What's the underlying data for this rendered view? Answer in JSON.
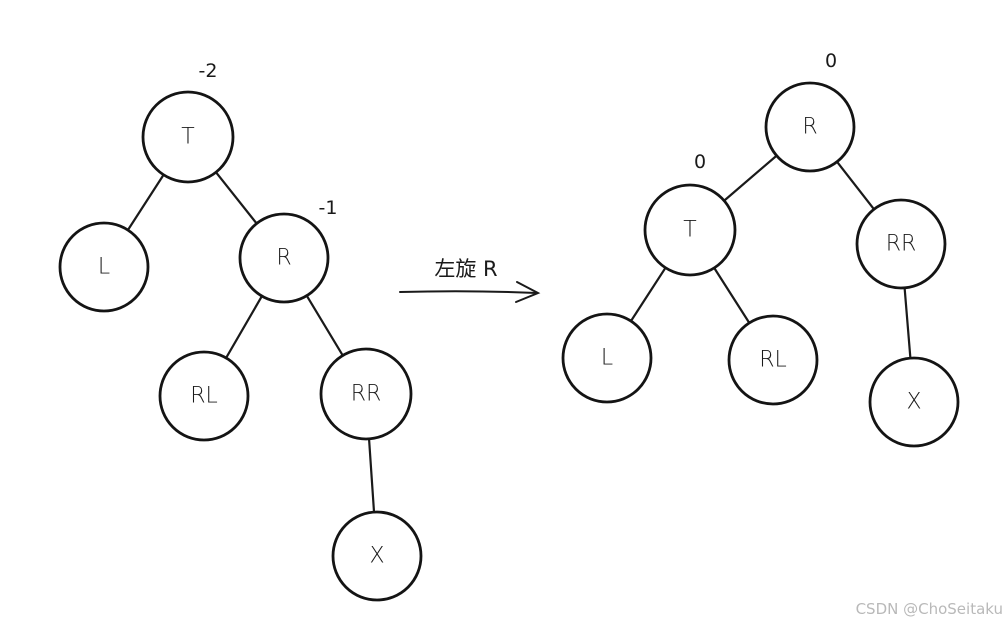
{
  "diagram": {
    "operation_label": "左旋 R",
    "watermark": "CSDN @ChoSeitaku",
    "before_tree": {
      "nodes": [
        {
          "id": "T",
          "label": "T",
          "balance": "-2"
        },
        {
          "id": "L",
          "label": "L"
        },
        {
          "id": "R",
          "label": "R",
          "balance": "-1"
        },
        {
          "id": "RL",
          "label": "RL"
        },
        {
          "id": "RR",
          "label": "RR"
        },
        {
          "id": "X",
          "label": "X"
        }
      ],
      "edges": [
        [
          "T",
          "L"
        ],
        [
          "T",
          "R"
        ],
        [
          "R",
          "RL"
        ],
        [
          "R",
          "RR"
        ],
        [
          "RR",
          "X"
        ]
      ]
    },
    "after_tree": {
      "nodes": [
        {
          "id": "R",
          "label": "R",
          "balance": "0"
        },
        {
          "id": "T",
          "label": "T",
          "balance": "0"
        },
        {
          "id": "RR",
          "label": "RR"
        },
        {
          "id": "L",
          "label": "L"
        },
        {
          "id": "RL",
          "label": "RL"
        },
        {
          "id": "X",
          "label": "X"
        }
      ],
      "edges": [
        [
          "R",
          "T"
        ],
        [
          "R",
          "RR"
        ],
        [
          "T",
          "L"
        ],
        [
          "T",
          "RL"
        ],
        [
          "RR",
          "X"
        ]
      ]
    }
  }
}
